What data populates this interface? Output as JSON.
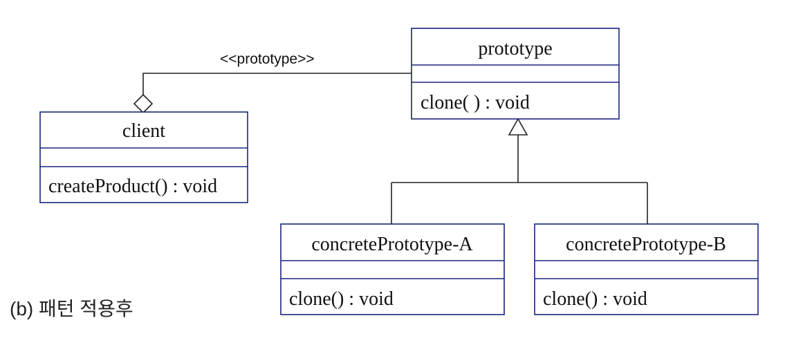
{
  "stereotype_label": "<<prototype>>",
  "caption": "(b) 패턴 적용후",
  "classes": {
    "prototype": {
      "name": "prototype",
      "method": "clone( ) : void"
    },
    "client": {
      "name": "client",
      "method": "createProduct() : void"
    },
    "concrete_a": {
      "name": "concretePrototype-A",
      "method": "clone() : void"
    },
    "concrete_b": {
      "name": "concretePrototype-B",
      "method": "clone() : void"
    }
  },
  "relations": [
    {
      "type": "aggregation",
      "from": "client",
      "to": "prototype",
      "label": "<<prototype>>"
    },
    {
      "type": "generalization",
      "from": "concretePrototype-A",
      "to": "prototype"
    },
    {
      "type": "generalization",
      "from": "concretePrototype-B",
      "to": "prototype"
    }
  ],
  "colors": {
    "box_border": "#1a237e",
    "line": "#222222",
    "background": "#ffffff"
  }
}
